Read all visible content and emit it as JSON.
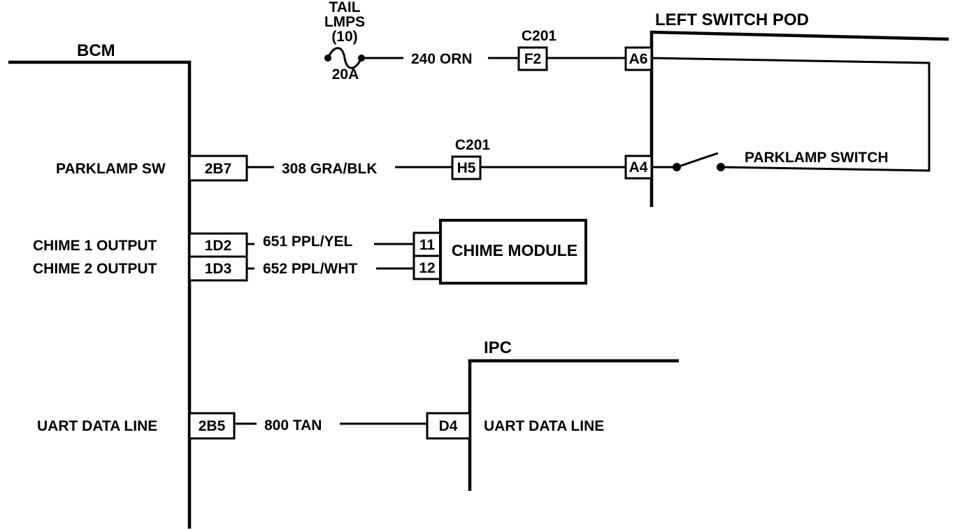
{
  "modules": {
    "bcm": "BCM",
    "left_switch_pod": "LEFT SWITCH POD",
    "ipc": "IPC",
    "chime_module": "CHIME MODULE"
  },
  "fuse": {
    "line1": "TAIL",
    "line2": "LMPS",
    "line3": "(10)",
    "rating": "20A"
  },
  "wires": {
    "w240": "240 ORN",
    "w308": "308 GRA/BLK",
    "w651": "651 PPL/YEL",
    "w652": "652 PPL/WHT",
    "w800": "800 TAN"
  },
  "connectors": {
    "c201_top": "C201",
    "c201_mid": "C201"
  },
  "pins": {
    "f2": "F2",
    "a6": "A6",
    "a4": "A4",
    "h5": "H5",
    "b2b7": "2B7",
    "d1d2": "1D2",
    "d1d3": "1D3",
    "p11": "11",
    "p12": "12",
    "b2b5": "2B5",
    "d4": "D4"
  },
  "bcm_circuits": {
    "parklamp_sw": "PARKLAMP SW",
    "chime1": "CHIME 1 OUTPUT",
    "chime2": "CHIME 2 OUTPUT",
    "uart": "UART DATA LINE"
  },
  "switch": {
    "label": "PARKLAMP SWITCH"
  },
  "ipc_circuits": {
    "uart": "UART DATA LINE"
  }
}
